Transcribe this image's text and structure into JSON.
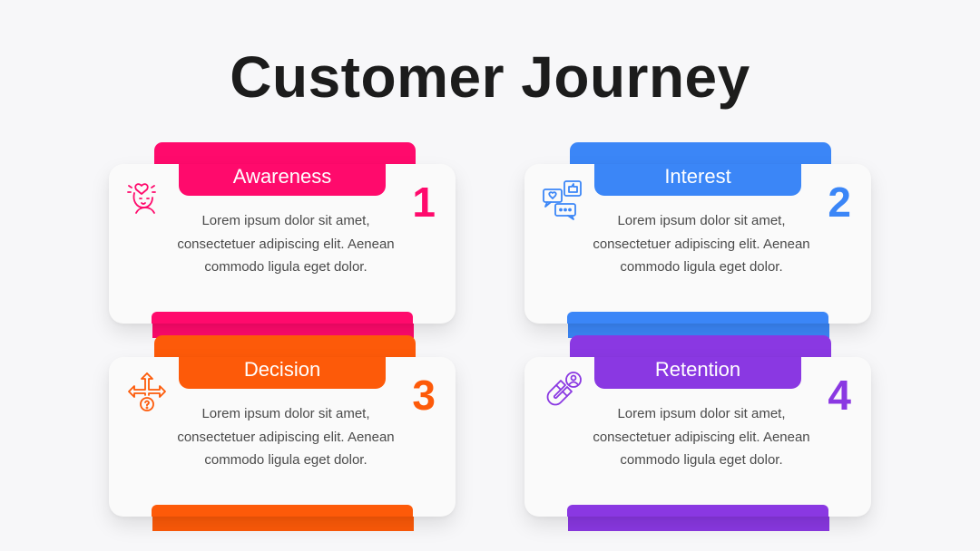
{
  "title": "Customer Journey",
  "cards": [
    {
      "number": "1",
      "label": "Awareness",
      "text": "Lorem ipsum dolor sit amet, consectetuer adipiscing elit. Aenean commodo ligula eget dolor.",
      "color": "#ff0a6c",
      "icon": "head-heart-icon"
    },
    {
      "number": "2",
      "label": "Interest",
      "text": "Lorem ipsum dolor sit amet, consectetuer adipiscing elit. Aenean commodo ligula eget dolor.",
      "color": "#3b86f7",
      "icon": "chat-like-icon"
    },
    {
      "number": "3",
      "label": "Decision",
      "text": "Lorem ipsum dolor sit amet, consectetuer adipiscing elit. Aenean commodo ligula eget dolor.",
      "color": "#fd5a09",
      "icon": "direction-arrows-icon"
    },
    {
      "number": "4",
      "label": "Retention",
      "text": "Lorem ipsum dolor sit amet, consectetuer adipiscing elit. Aenean commodo ligula eget dolor.",
      "color": "#8a38e2",
      "icon": "magnet-user-icon"
    }
  ]
}
